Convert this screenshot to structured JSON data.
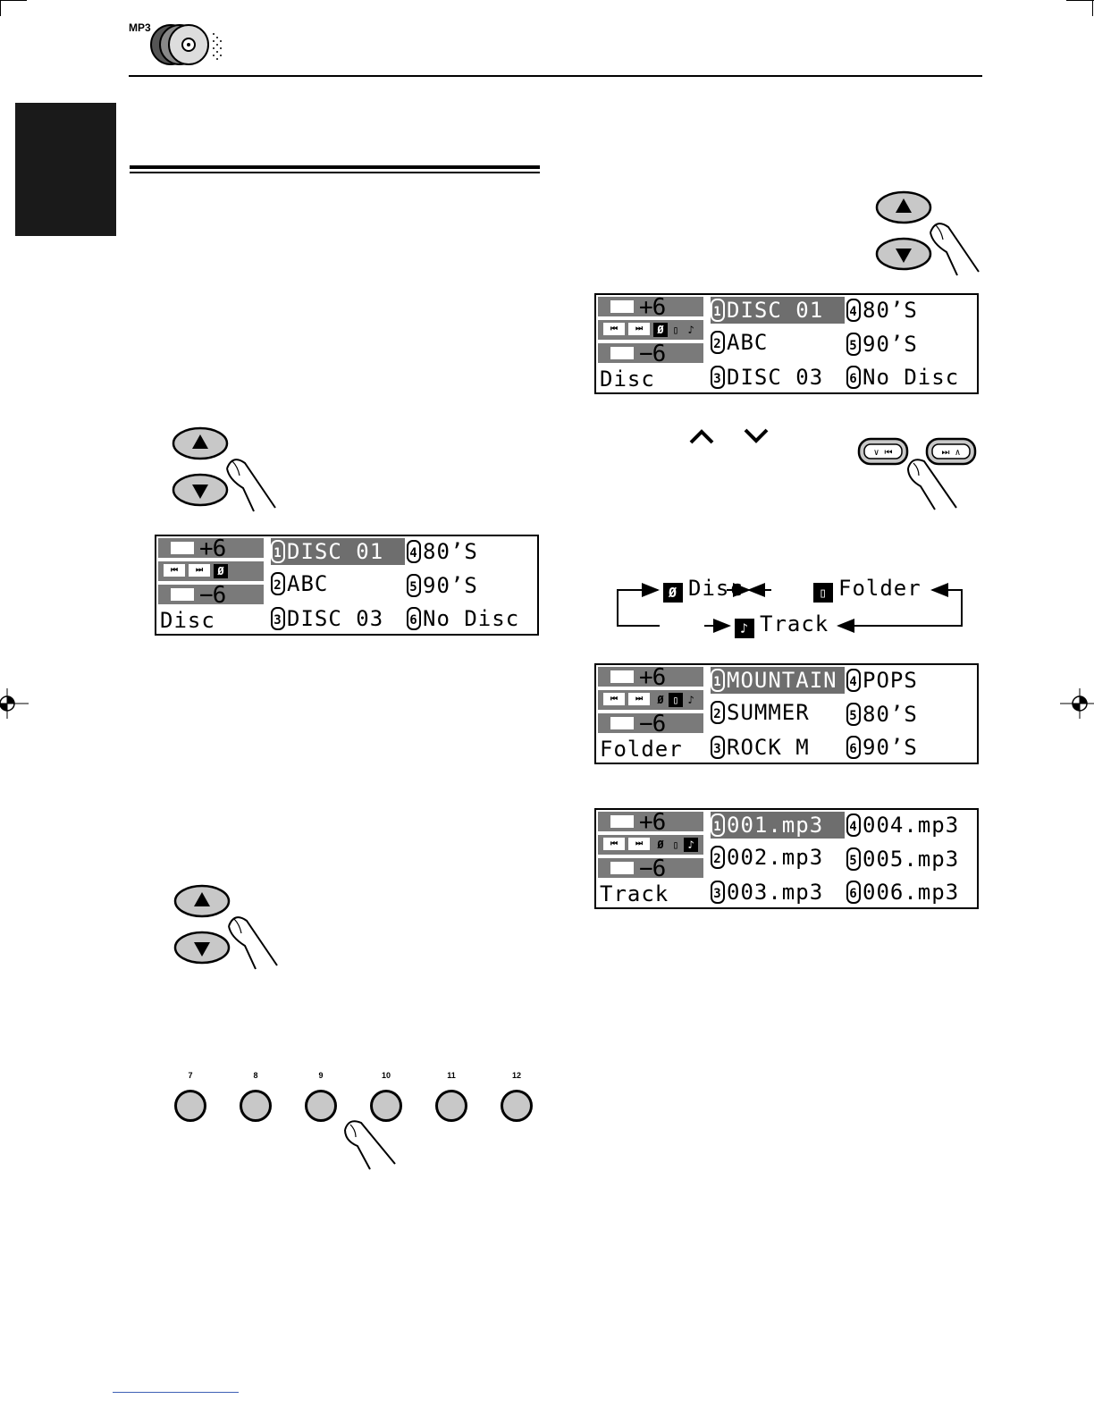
{
  "header": {
    "badge": "MP3"
  },
  "lcd_left": {
    "up_value": "+6",
    "down_value": "−6",
    "mode": "Disc",
    "skip_labels": [
      "⏮",
      "⏭"
    ],
    "mode_icons": [
      "Ø"
    ],
    "items": [
      {
        "n": "1",
        "label": "DISC  01",
        "selected": true
      },
      {
        "n": "2",
        "label": "ABC"
      },
      {
        "n": "3",
        "label": "DISC  03"
      },
      {
        "n": "4",
        "label": "80’S"
      },
      {
        "n": "5",
        "label": "90’S"
      },
      {
        "n": "6",
        "label": "No Disc"
      }
    ]
  },
  "lcd_disc": {
    "up_value": "+6",
    "down_value": "−6",
    "mode": "Disc",
    "skip_labels": [
      "⏮",
      "⏭"
    ],
    "mode_icons": [
      "Ø",
      "▯",
      "♪"
    ],
    "items": [
      {
        "n": "1",
        "label": "DISC  01",
        "selected": true
      },
      {
        "n": "2",
        "label": "ABC"
      },
      {
        "n": "3",
        "label": "DISC  03"
      },
      {
        "n": "4",
        "label": "80’S"
      },
      {
        "n": "5",
        "label": "90’S"
      },
      {
        "n": "6",
        "label": "No Disc"
      }
    ]
  },
  "select_arrows": {
    "up": "⌃",
    "down": "⌄"
  },
  "skip_buttons": {
    "back": "∨ ⏮",
    "forward": "⏭ ∧"
  },
  "mode_cycle": {
    "disc": "Disc",
    "folder": "Folder",
    "track": "Track",
    "disc_icon": "Ø",
    "folder_icon": "▯",
    "track_icon": "♪"
  },
  "lcd_folder": {
    "up_value": "+6",
    "down_value": "−6",
    "mode": "Folder",
    "skip_labels": [
      "⏮",
      "⏭"
    ],
    "mode_icons": [
      "Ø",
      "▯",
      "♪"
    ],
    "items": [
      {
        "n": "1",
        "label": "MOUNTAIN",
        "selected": true
      },
      {
        "n": "2",
        "label": "SUMMER"
      },
      {
        "n": "3",
        "label": "ROCK  M"
      },
      {
        "n": "4",
        "label": "POPS"
      },
      {
        "n": "5",
        "label": "80’S"
      },
      {
        "n": "6",
        "label": "90’S"
      }
    ]
  },
  "lcd_track": {
    "up_value": "+6",
    "down_value": "−6",
    "mode": "Track",
    "skip_labels": [
      "⏮",
      "⏭"
    ],
    "mode_icons": [
      "Ø",
      "▯",
      "♪"
    ],
    "items": [
      {
        "n": "1",
        "label": "001.mp3",
        "selected": true
      },
      {
        "n": "2",
        "label": "002.mp3"
      },
      {
        "n": "3",
        "label": "003.mp3"
      },
      {
        "n": "4",
        "label": "004.mp3"
      },
      {
        "n": "5",
        "label": "005.mp3"
      },
      {
        "n": "6",
        "label": "006.mp3"
      }
    ]
  },
  "number_buttons": [
    "7",
    "8",
    "9",
    "10",
    "11",
    "12"
  ]
}
